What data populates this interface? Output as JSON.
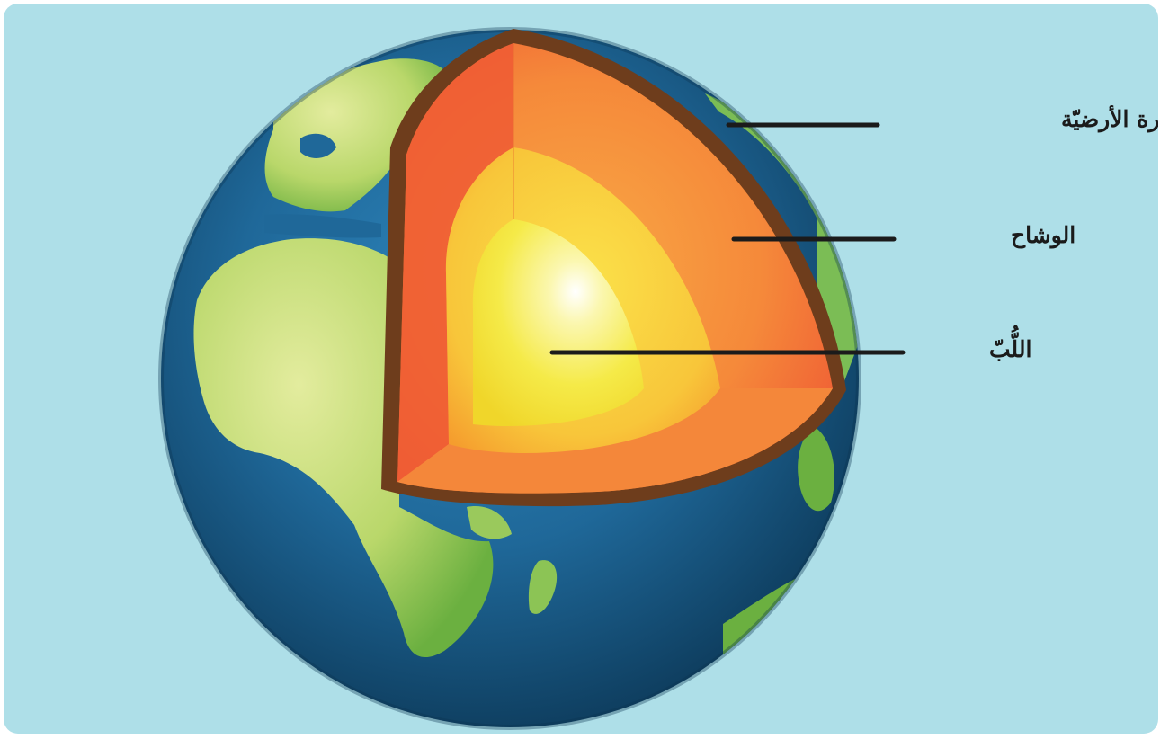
{
  "colors": {
    "background": "#aedfe8",
    "ocean_light": "#2b7bb0",
    "ocean_dark": "#0e3d5e",
    "land_light": "#d3e38a",
    "land_dark": "#6bb040",
    "crust": "#6e3d1c",
    "mantle_outer": "#f0603a",
    "mantle_inner": "#f79f3f",
    "core_outer": "#f8ca3a",
    "core_inner": "#fff9c8",
    "leader_line": "#1b1b1b"
  },
  "labels": {
    "crust": "القشرة الأرضيّة",
    "mantle": "الوشاح",
    "core": "اللُّبّ"
  }
}
